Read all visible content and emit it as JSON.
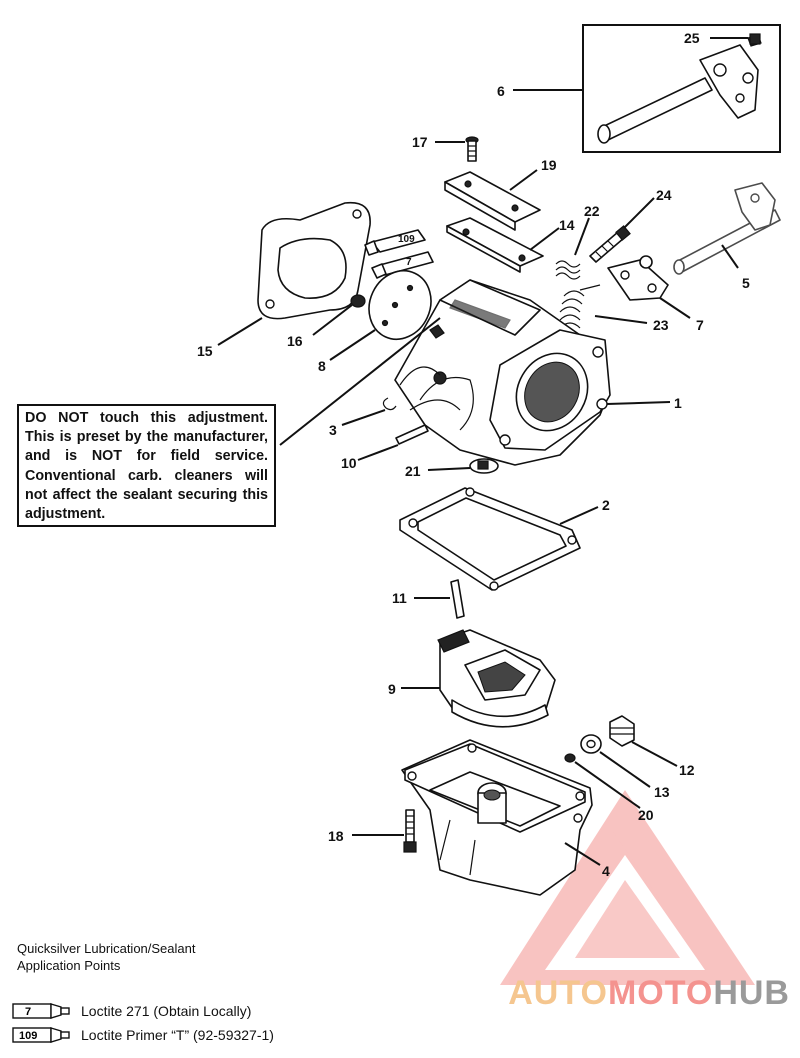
{
  "callouts": [
    "25",
    "6",
    "17",
    "19",
    "24",
    "22",
    "14",
    "5",
    "16",
    "15",
    "8",
    "7",
    "23",
    "1",
    "3",
    "10",
    "21",
    "2",
    "11",
    "9",
    "12",
    "13",
    "20",
    "18",
    "4"
  ],
  "tube_labels": {
    "t109": "109",
    "t7": "7"
  },
  "note": "DO NOT touch this adjustment. This is preset by the manufacturer, and is NOT for field service. Conventional carb. cleaners will not affect the sealant securing this adjustment.",
  "legend": {
    "title": "Quicksilver Lubrication/Sealant Application Points",
    "items": [
      {
        "code": "7",
        "text": "Loctite 271 (Obtain Locally)"
      },
      {
        "code": "109",
        "text": "Loctite  Primer “T” (92-59327-1)"
      }
    ]
  },
  "watermark": {
    "auto": "AUTO",
    "moto": "MOTO",
    "hub": "HUB"
  },
  "colors": {
    "watermark_red": "#f4938f",
    "watermark_orange": "#f5c68f",
    "watermark_gray": "#9a9a9a"
  }
}
